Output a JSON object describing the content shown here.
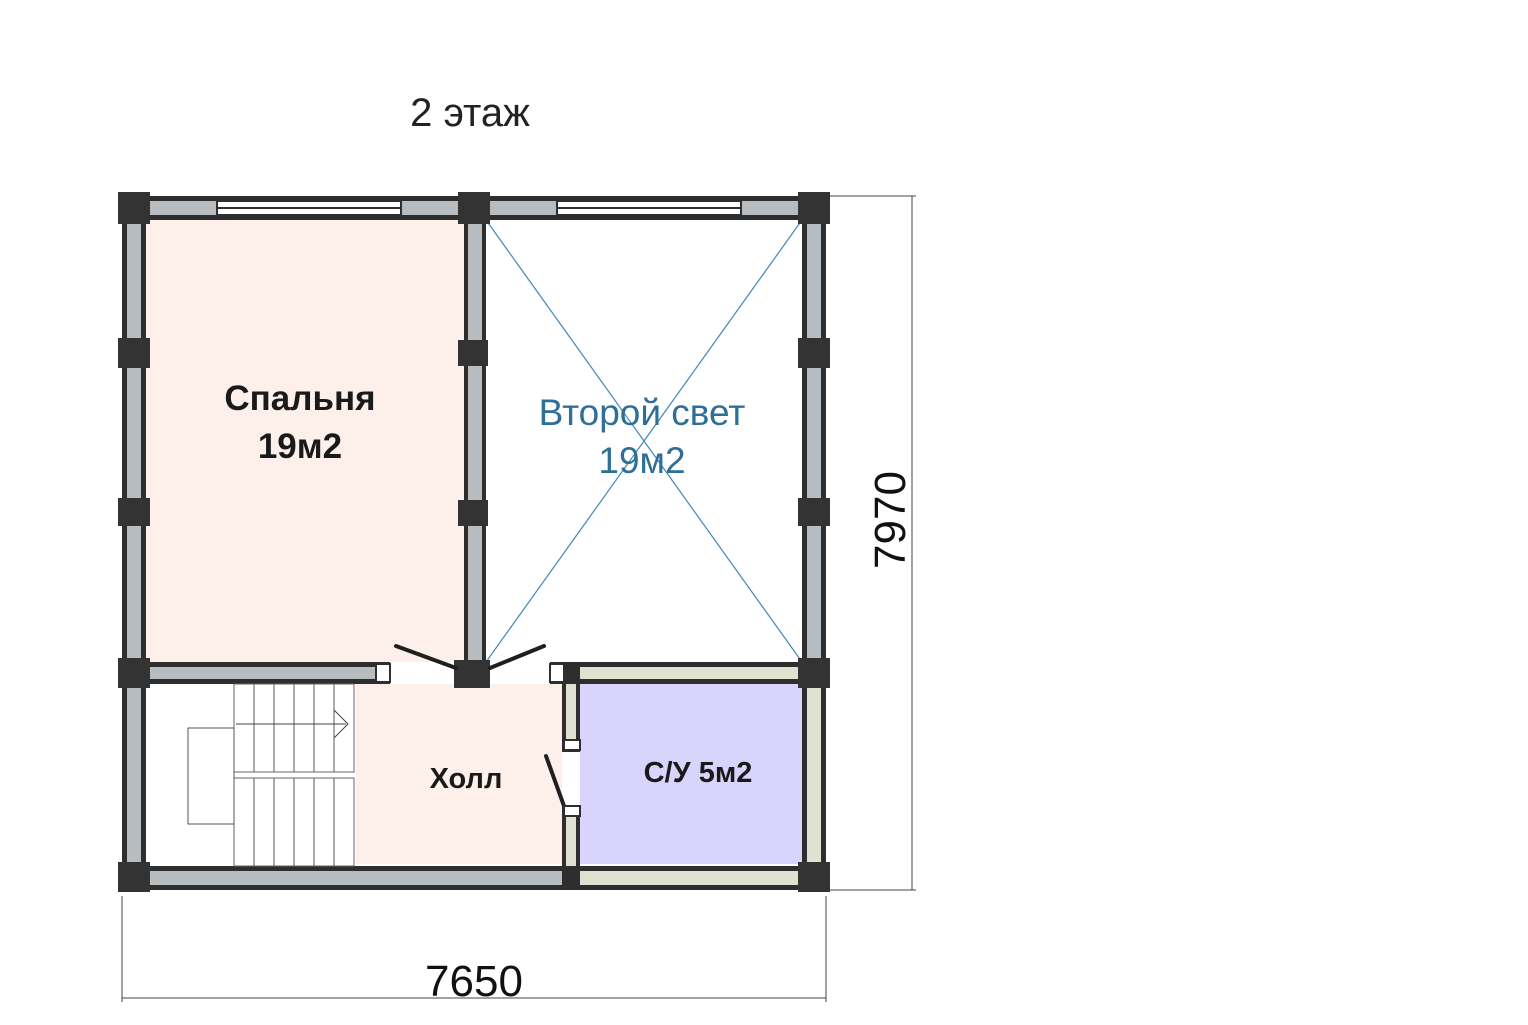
{
  "title": "2 этаж",
  "rooms": {
    "bedroom": {
      "name": "Спальня",
      "area": "19м2",
      "fill": "#fdf0ea"
    },
    "second_light": {
      "name": "Второй свет",
      "area": "19м2",
      "text_color": "#2f6f97",
      "line_color": "#4a8fbf"
    },
    "hall": {
      "name": "Холл",
      "fill": "#fdf0ea"
    },
    "bathroom": {
      "name": "С/У 5м2",
      "fill": "#d8d4fb"
    }
  },
  "dimensions": {
    "width": "7650",
    "height": "7970"
  },
  "colors": {
    "wall_outer": "#2e2e2e",
    "wall_inner": "#b7bcc1",
    "wall_light": "#dfe2d0",
    "column": "#333333"
  }
}
